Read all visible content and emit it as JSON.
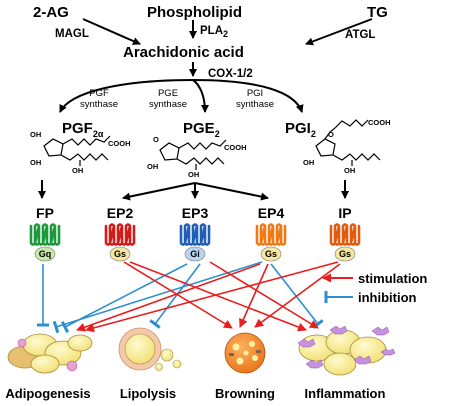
{
  "sources": {
    "ag": "2-AG",
    "phospholipid": "Phospholipid",
    "tg": "TG"
  },
  "enzymes": {
    "magl": "MAGL",
    "pla": "PLA",
    "pla_sub": "2",
    "atgl": "ATGL",
    "cox": "COX-1/2"
  },
  "arachidonic": "Arachidonic acid",
  "synthases": {
    "pgf_line1": "PGF",
    "pgf_line2": "synthase",
    "pge_line1": "PGE",
    "pge_line2": "synthase",
    "pgi_line1": "PGI",
    "pgi_line2": "synthase"
  },
  "prostaglandins": {
    "pgf": "PGF",
    "pgf_sub": "2α",
    "pge": "PGE",
    "pge_sub": "2",
    "pgi": "PGI",
    "pgi_sub": "2"
  },
  "chem_labels": {
    "oh": "OH",
    "o": "O",
    "cooh": "COOH"
  },
  "receptors": [
    {
      "id": "fp",
      "name": "FP",
      "g": "Gq",
      "color": "#1a9a3a",
      "g_color": "#c8e8a8"
    },
    {
      "id": "ep2",
      "name": "EP2",
      "g": "Gs",
      "color": "#d21c1c",
      "g_color": "#f5e6a0"
    },
    {
      "id": "ep3",
      "name": "EP3",
      "g": "Gi",
      "color": "#1f5fb8",
      "g_color": "#b8d4f0"
    },
    {
      "id": "ep4",
      "name": "EP4",
      "g": "Gs",
      "color": "#f07a12",
      "g_color": "#f5e6a0"
    },
    {
      "id": "ip",
      "name": "IP",
      "g": "Gs",
      "color": "#e05a10",
      "g_color": "#f5e6a0"
    }
  ],
  "legend": {
    "stimulation": "stimulation",
    "inhibition": "inhibition",
    "stim_color": "#e81e1e",
    "inhib_color": "#2b8fd0"
  },
  "outcomes": {
    "adipogenesis": "Adipogenesis",
    "lipolysis": "Lipolysis",
    "browning": "Browning",
    "inflammation": "Inflammation"
  }
}
